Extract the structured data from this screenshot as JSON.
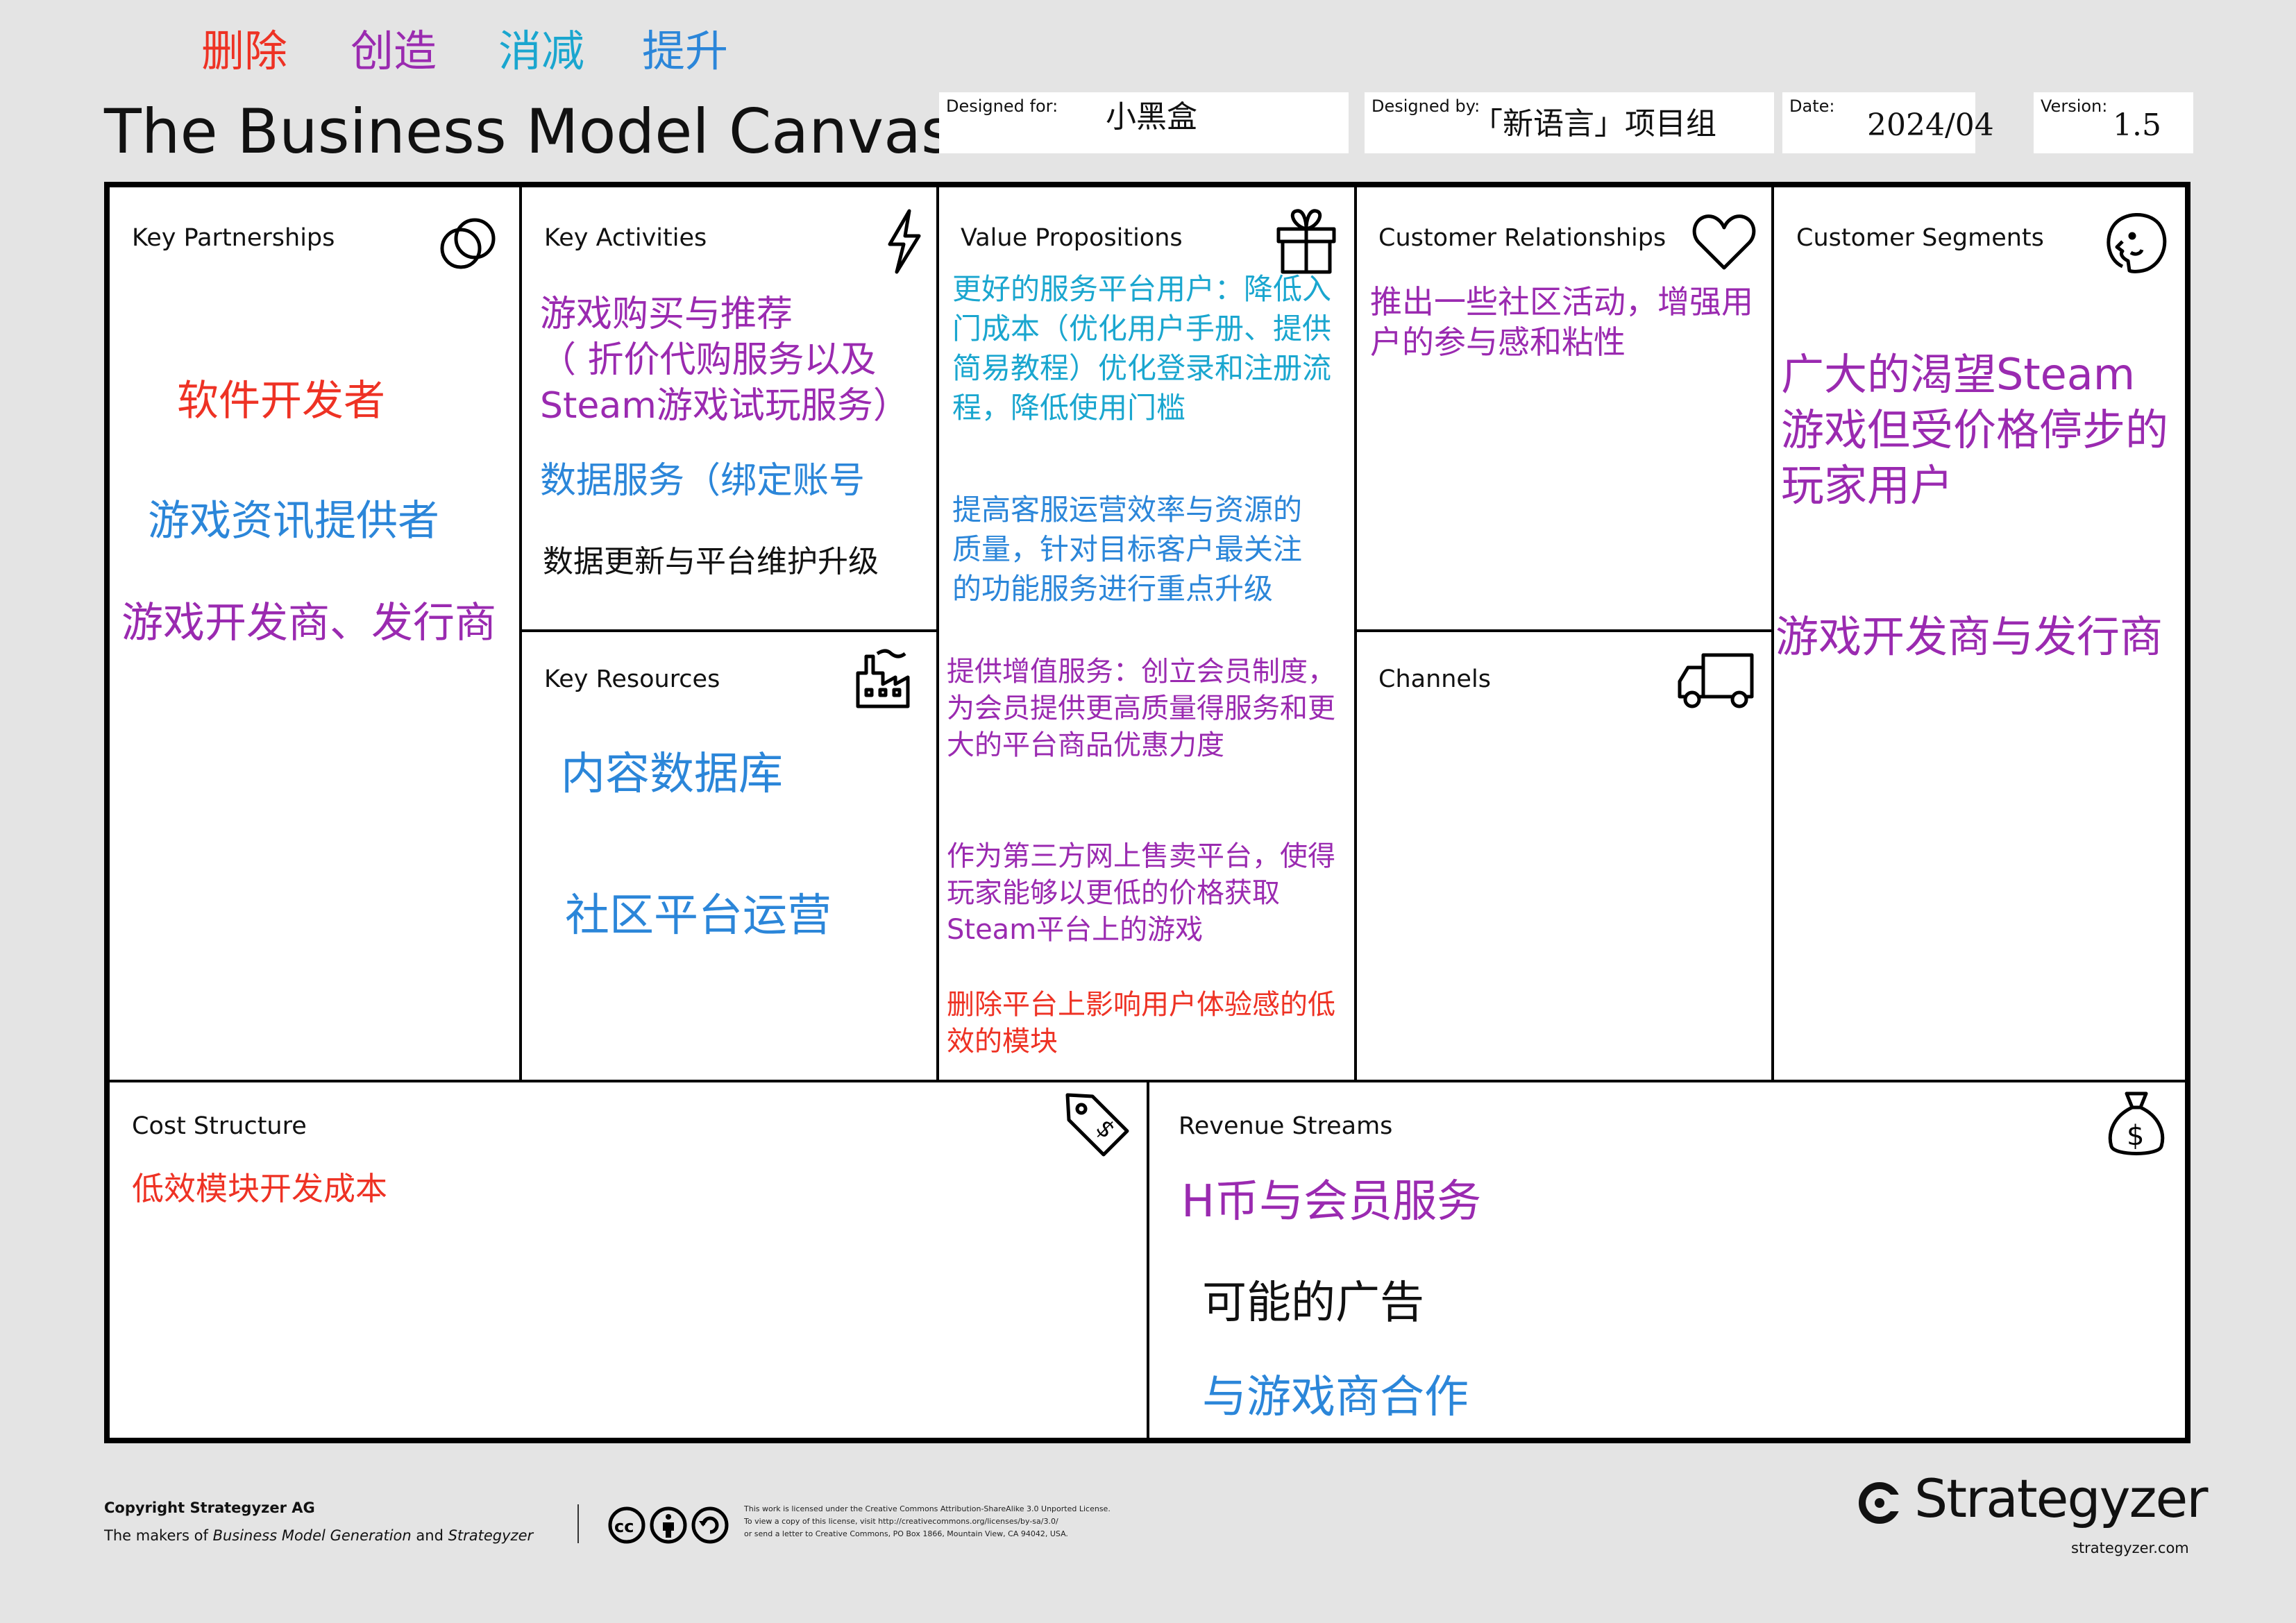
{
  "colors": {
    "red": "#ee3224",
    "purple": "#9a2ab0",
    "cyan": "#1aa6cf",
    "blue": "#2b86d9",
    "black": "#111111",
    "background": "#e4e4e4"
  },
  "legend": {
    "delete": "删除",
    "create": "创造",
    "reduce": "消减",
    "raise": "提升"
  },
  "title": "The Business Model Canvas",
  "header": {
    "designed_for_label": "Designed for:",
    "designed_for_value": "小黑盒",
    "designed_by_label": "Designed by:",
    "designed_by_value": "「新语言」项目组",
    "date_label": "Date:",
    "date_value": "2024/04",
    "version_label": "Version:",
    "version_value": "1.5"
  },
  "blocks": {
    "key_partnerships": {
      "title": "Key Partnerships",
      "icon": "link-icon",
      "items": [
        "软件开发者",
        "游戏资讯提供者",
        "游戏开发商、发行商"
      ]
    },
    "key_activities": {
      "title": "Key Activities",
      "icon": "lightning-icon",
      "items": [
        "游戏购买与推荐",
        "（  折价代购服务以及",
        "Steam游戏试玩服务）",
        "数据服务（绑定账号",
        "数据更新与平台维护升级"
      ]
    },
    "key_resources": {
      "title": "Key Resources",
      "icon": "factory-icon",
      "items": [
        "内容数据库",
        "社区平台运营"
      ]
    },
    "value_propositions": {
      "title": "Value Propositions",
      "icon": "gift-icon",
      "items": [
        "更好的服务平台用户：降低入门成本（优化用户手册、提供简易教程）优化登录和注册流程，降低使用门槛",
        "提高客服运营效率与资源的质量，针对目标客户最关注的功能服务进行重点升级",
        "提供增值服务：创立会员制度，为会员提供更高质量得服务和更大的平台商品优惠力度",
        "作为第三方网上售卖平台，使得玩家能够以更低的价格获取Steam平台上的游戏",
        "删除平台上影响用户体验感的低效的模块"
      ]
    },
    "customer_relationships": {
      "title": "Customer Relationships",
      "icon": "heart-icon",
      "items": [
        "推出一些社区活动，增强用户的参与感和粘性"
      ]
    },
    "channels": {
      "title": "Channels",
      "icon": "truck-icon"
    },
    "customer_segments": {
      "title": "Customer Segments",
      "icon": "face-icon",
      "items": [
        "广大的渴望Steam游戏但受价格停步的玩家用户",
        "游戏开发商与发行商"
      ]
    },
    "cost_structure": {
      "title": "Cost Structure",
      "icon": "price-tag-icon",
      "items": [
        "低效模块开发成本"
      ]
    },
    "revenue_streams": {
      "title": "Revenue Streams",
      "icon": "money-bag-icon",
      "items": [
        "H币与会员服务",
        "可能的广告",
        "与游戏商合作"
      ]
    }
  },
  "footer": {
    "copyright": "Copyright Strategyzer AG",
    "makers_prefix": "The makers of ",
    "makers_book": "Business Model Generation",
    "makers_and": " and ",
    "makers_company": "Strategyzer",
    "license_line1": "This work is licensed under the Creative Commons Attribution-ShareAlike 3.0 Unported License.",
    "license_line2": "To view a copy of this license, visit http://creativecommons.org/licenses/by-sa/3.0/",
    "license_line3": "or send a letter to Creative Commons, PO Box 1866, Mountain View, CA 94042, USA.",
    "brand": "Strategyzer",
    "website": "strategyzer.com"
  }
}
